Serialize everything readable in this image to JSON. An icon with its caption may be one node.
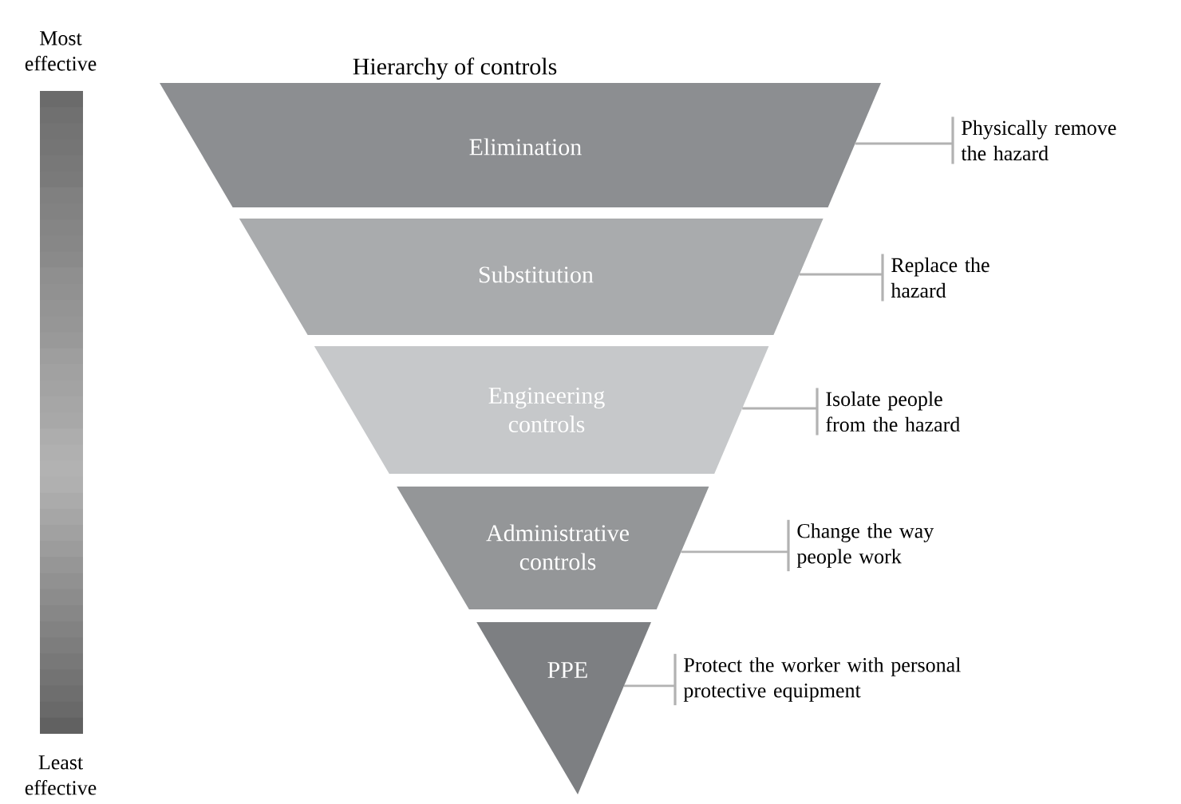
{
  "diagram": {
    "title": "Hierarchy of controls",
    "nodes": [
      {
        "text": [
          "Elimination"
        ]
      },
      {
        "text": [
          "Substitution"
        ]
      },
      {
        "text": [
          "Engineering controls"
        ]
      },
      {
        "text": [
          "Administrative controls"
        ]
      },
      {
        "text": [
          "PPE"
        ]
      },
      {
        "text": [
          "Physically remove the hazard"
        ]
      },
      {
        "text": [
          "Replace the hazard"
        ]
      },
      {
        "text": [
          "Isolate people from the hazard"
        ]
      },
      {
        "text": [
          "Change the way people work"
        ]
      },
      {
        "text": [
          "Protect the worker with personal protective equipment"
        ]
      }
    ],
    "edges": [
      {
        "from": 5,
        "to": 0,
        "arrow": "none"
      },
      {
        "from": 6,
        "to": 1,
        "arrow": "none"
      },
      {
        "from": 7,
        "to": 2,
        "arrow": "none"
      },
      {
        "from": 8,
        "to": 3,
        "arrow": "none"
      },
      {
        "from": 9,
        "to": 4,
        "arrow": "none"
      }
    ],
    "labels": [
      "Most effective",
      "Least effective"
    ]
  }
}
